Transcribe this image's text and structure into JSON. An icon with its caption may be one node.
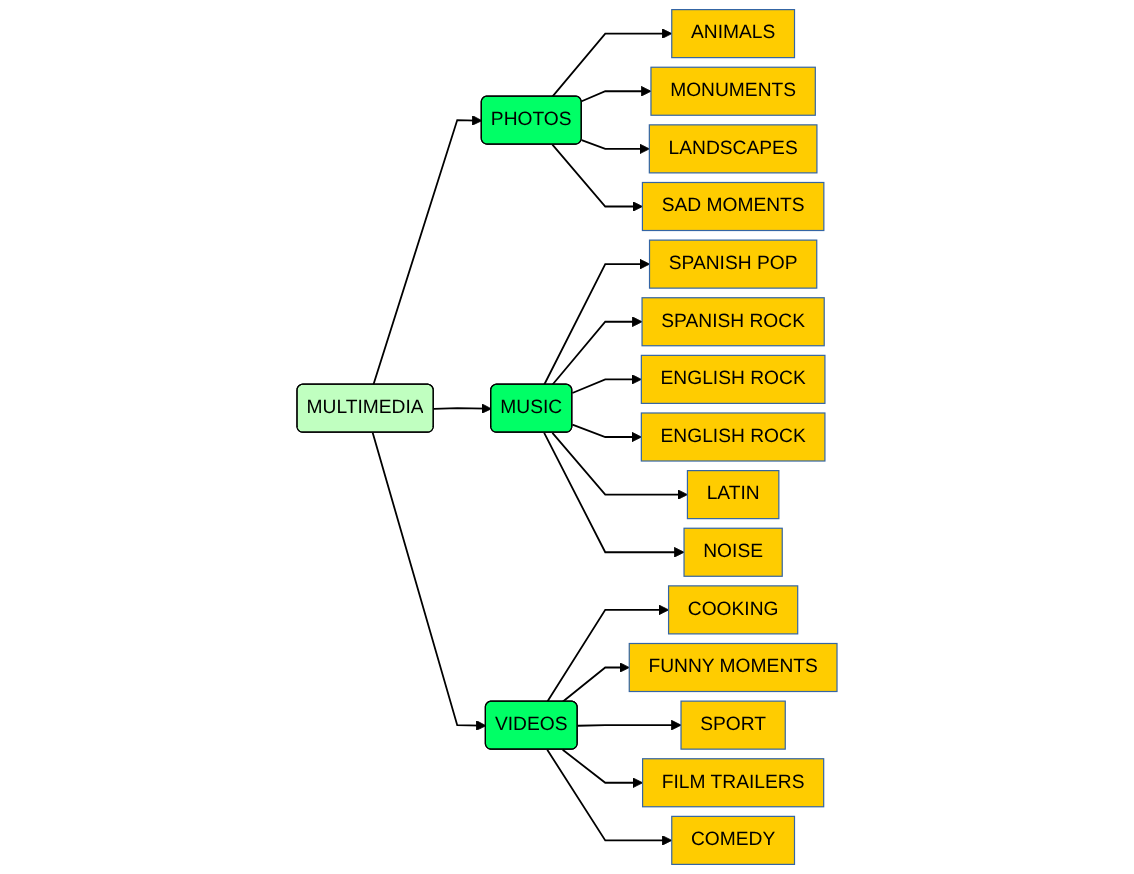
{
  "diagram": {
    "nodes": [
      {
        "text": [
          "MULTIMEDIA"
        ]
      },
      {
        "text": [
          "PHOTOS"
        ]
      },
      {
        "text": [
          "MUSIC"
        ]
      },
      {
        "text": [
          "VIDEOS"
        ]
      },
      {
        "text": [
          "ANIMALS"
        ]
      },
      {
        "text": [
          "MONUMENTS"
        ]
      },
      {
        "text": [
          "LANDSCAPES"
        ]
      },
      {
        "text": [
          "SAD MOMENTS"
        ]
      },
      {
        "text": [
          "SPANISH POP"
        ]
      },
      {
        "text": [
          "SPANISH ROCK"
        ]
      },
      {
        "text": [
          "ENGLISH ROCK"
        ]
      },
      {
        "text": [
          "ENGLISH ROCK"
        ]
      },
      {
        "text": [
          "LATIN"
        ]
      },
      {
        "text": [
          "NOISE"
        ]
      },
      {
        "text": [
          "COOKING"
        ]
      },
      {
        "text": [
          "FUNNY MOMENTS"
        ]
      },
      {
        "text": [
          "SPORT"
        ]
      },
      {
        "text": [
          "FILM TRAILERS"
        ]
      },
      {
        "text": [
          "COMEDY"
        ]
      }
    ],
    "edges": [
      {
        "from": 0,
        "to": 1,
        "arrow": "to"
      },
      {
        "from": 0,
        "to": 2,
        "arrow": "to"
      },
      {
        "from": 0,
        "to": 3,
        "arrow": "to"
      },
      {
        "from": 1,
        "to": 4,
        "arrow": "to"
      },
      {
        "from": 1,
        "to": 5,
        "arrow": "to"
      },
      {
        "from": 1,
        "to": 6,
        "arrow": "to"
      },
      {
        "from": 1,
        "to": 7,
        "arrow": "to"
      },
      {
        "from": 2,
        "to": 8,
        "arrow": "to"
      },
      {
        "from": 2,
        "to": 9,
        "arrow": "to"
      },
      {
        "from": 2,
        "to": 10,
        "arrow": "to"
      },
      {
        "from": 2,
        "to": 11,
        "arrow": "to"
      },
      {
        "from": 2,
        "to": 12,
        "arrow": "to"
      },
      {
        "from": 2,
        "to": 13,
        "arrow": "to"
      },
      {
        "from": 3,
        "to": 14,
        "arrow": "to"
      },
      {
        "from": 3,
        "to": 15,
        "arrow": "to"
      },
      {
        "from": 3,
        "to": 16,
        "arrow": "to"
      },
      {
        "from": 3,
        "to": 17,
        "arrow": "to"
      },
      {
        "from": 3,
        "to": 18,
        "arrow": "to"
      }
    ]
  }
}
